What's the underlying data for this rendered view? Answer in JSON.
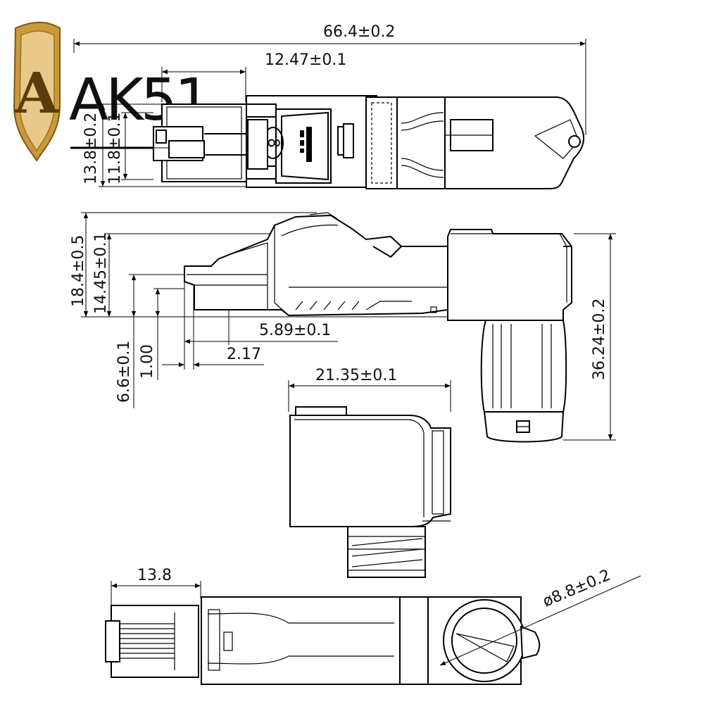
{
  "logo": {
    "text": "AK51",
    "emblem_letter": "A",
    "shield_color": "#b8860b"
  },
  "dimensions": {
    "total_length": "66.4±0.2",
    "plug_length": "12.47±0.1",
    "width_outer": "13.8±0.2",
    "width_inner": "11.8±0.1",
    "height_total": "18.4±0.5",
    "height_body": "14.45±0.1",
    "offset_a": "5.89±0.1",
    "offset_b": "2.17",
    "height_c": "6.6±0.1",
    "height_d": "1.00",
    "side_height": "36.24±0.2",
    "cap_width": "21.35±0.1",
    "plug_width": "13.8",
    "cable_diameter": "ø8.8±0.2"
  },
  "labels": {
    "pair_number": "8"
  },
  "colors": {
    "line": "#000000",
    "background": "#ffffff"
  }
}
